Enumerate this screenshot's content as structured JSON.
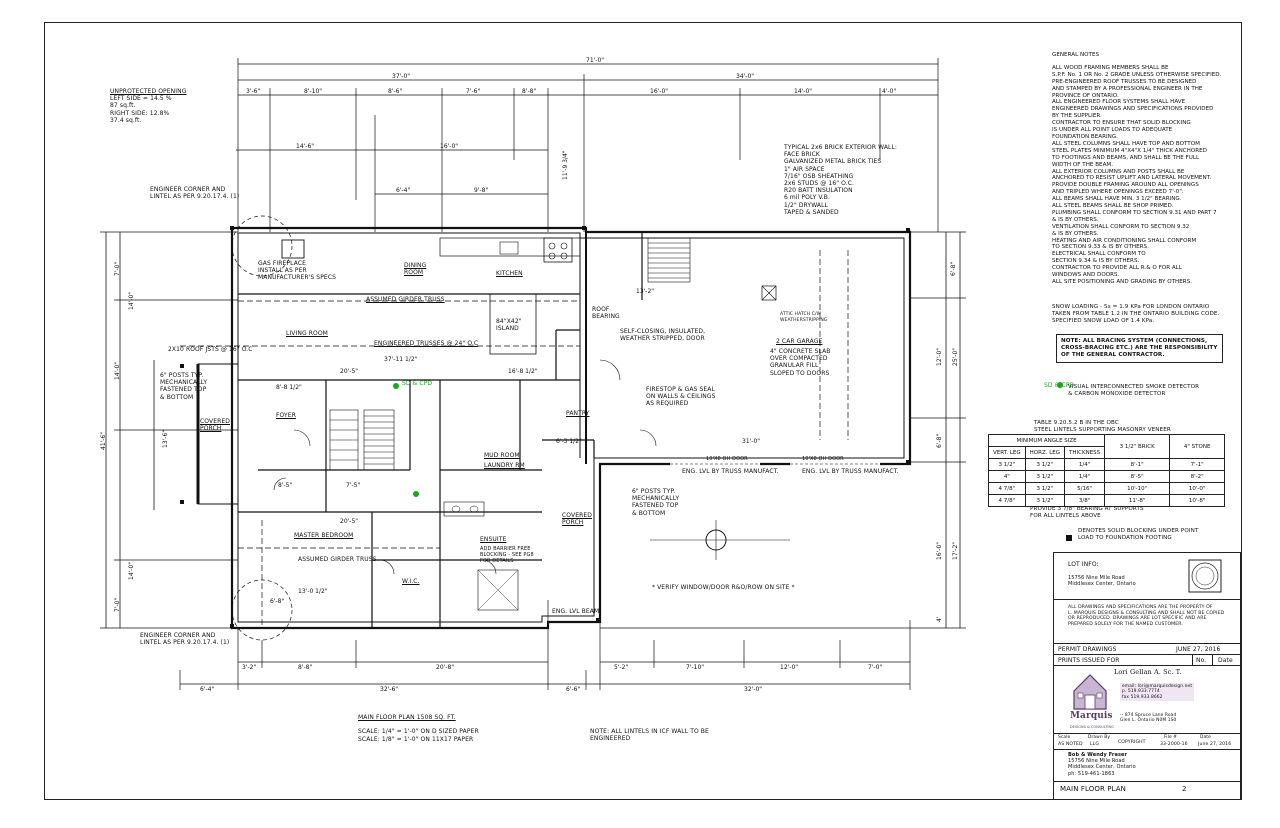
{
  "drawing": {
    "plan_title": "MAIN FLOOR PLAN 1508 SQ. FT.",
    "scale_1": "SCALE: 1/4\" = 1'-0\" ON D SIZED PAPER",
    "scale_2": "SCALE: 1/8\" = 1'-0\" ON 11X17 PAPER",
    "note_lintels": "NOTE: ALL LINTELS IN ICF WALL TO BE ENGINEERED",
    "unprotected": {
      "title": "UNPROTECTED OPENING",
      "left": "LEFT SIDE = 14.5 %",
      "left_area": "87 sq.ft.",
      "right": "RIGHT SIDE: 12.8%",
      "right_area": "37.4 sq.ft."
    },
    "eng_corner_top": [
      "ENGINEER CORNER AND",
      "LINTEL AS PER 9.20.17.4. (1)"
    ],
    "eng_corner_bottom": [
      "ENGINEER CORNER AND",
      "LINTEL AS PER 9.20.17.4. (1)"
    ],
    "brick_wall": [
      "TYPICAL 2x6 BRICK EXTERIOR WALL:",
      "FACE BRICK",
      "GALVANIZED METAL BRICK TIES",
      "1\" AIR SPACE",
      "7/16\" OSB SHEATHING",
      "2x6 STUDS @ 16\" O.C.",
      "R20 BATT INSULATION",
      "6 mil POLY V.B.",
      "1/2\" DRYWALL",
      "TAPED & SANDED"
    ],
    "rooms": {
      "living": "LIVING ROOM",
      "dining": "DINING ROOM",
      "kitchen": "KITCHEN",
      "island": "84\"X42\" ISLAND",
      "foyer": "FOYER",
      "covered_porch": "COVERED PORCH",
      "covered_porch_2": "COVERED PORCH",
      "mud": "MUD ROOM",
      "laundry": "LAUNDRY RM",
      "pantry": "PANTRY",
      "master": "MASTER BEDROOM",
      "ensuite": "ENSUITE",
      "wic": "W.I.C.",
      "garage": "2 CAR GARAGE"
    },
    "labels": {
      "fireplace": [
        "GAS FIREPLACE",
        "INSTALL AS PER",
        "MANUFACTURER'S SPECS"
      ],
      "girder_top": "ASSUMED GIRDER TRUSS",
      "trusses": "ENGINEERED TRUSSES @ 24\" O.C",
      "roof_jsts": "2X10 ROOF JSTS @ 16\" O.C",
      "self_closing": [
        "SELF-CLOSING, INSULATED,",
        "WEATHER STRIPPED, DOOR"
      ],
      "roof_bearing": "ROOF BEARING",
      "slab": [
        "4\" CONCRETE SLAB",
        "OVER COMPACTED",
        "GRANULAR FILL",
        "SLOPED TO DOORS"
      ],
      "firestop": [
        "FIRESTOP & GAS SEAL",
        "ON WALLS & CEILINGS",
        "AS REQUIRED"
      ],
      "attic": [
        "ATTIC HATCH C/W",
        "WEATHERSTRIPPING"
      ],
      "posts_top": [
        "6\" POSTS TYP.",
        "MECHANICALLY",
        "FASTENED TOP",
        "& BOTTOM"
      ],
      "posts_mid": [
        "6\" POSTS TYP.",
        "MECHANICALLY",
        "FASTENED TOP",
        "& BOTTOM"
      ],
      "girder_bottom": "ASSUMED GIRDER TRUSS",
      "barrier_free": [
        "ADD BARRIER FREE",
        "BLOCKING - SEE PG8",
        "FOR DETAILS"
      ],
      "verify": "* VERIFY WINDOW/DOOR R&O/ROW ON SITE *",
      "eng_lvl_1": "ENG. LVL BY TRUSS MANUFACT.",
      "eng_lvl_2": "ENG. LVL BY TRUSS MANUFACT.",
      "eng_lvl_beam": "ENG. LVL BEAM",
      "door_1": "10'X8 OH DOOR",
      "door_2": "10'X8 OH DOOR",
      "sd_co": "SD & CPD"
    },
    "dims_top": [
      "71'-0\"",
      "37'-0\"",
      "34'-0\"",
      "3'-6\"",
      "8'-10\"",
      "8'-6\"",
      "7'-6\"",
      "8'-8\"",
      "16'-0\"",
      "14'-0\"",
      "4'-0\"",
      "14'-6\"",
      "16'-0\"",
      "6'-4\"",
      "9'-8\"",
      "11'-9 3/4\""
    ],
    "dims_bottom": [
      "3'-2\"",
      "8'-8\"",
      "20'-8\"",
      "5'-2\"",
      "7'-10\"",
      "12'-0\"",
      "7'-0\"",
      "6'-4\"",
      "32'-6\"",
      "6'-6\"",
      "32'-0\""
    ],
    "dims_left": [
      "7'-0\"",
      "14'-0\"",
      "14'-0\"",
      "13'-6\"",
      "41'-6\"",
      "14'-0\"",
      "7'-0\""
    ],
    "dims_right": [
      "6'-8\"",
      "12'-0\"",
      "25'-0\"",
      "6'-8\"",
      "16'-0\"",
      "17'-2\"",
      "4'"
    ],
    "dims_interior": [
      "37'-11 1/2\"",
      "20'-5\"",
      "16'-8 1/2\"",
      "8'-8 1/2\"",
      "13'-2\"",
      "31'-0\"",
      "20'-5\"",
      "8'-5\"",
      "7'-5\"",
      "6'-3 1/2\"",
      "13'-0 1/2\"",
      "6'-8\""
    ]
  },
  "general_notes": {
    "title": "GENERAL NOTES",
    "lines": [
      "ALL WOOD FRAMING MEMBERS SHALL BE",
      "S.P.F. No. 1 OR No. 2 GRADE UNLESS OTHERWISE SPECIFIED.",
      "PRE-ENGINEERED ROOF TRUSSES TO BE DESIGNED",
      "AND STAMPED BY A PROFESSIONAL ENGINEER IN THE",
      "PROVINCE OF ONTARIO.",
      "ALL ENGINEERED FLOOR SYSTEMS SHALL HAVE",
      "ENGINEERED DRAWINGS AND SPECIFICATIONS PROVIDED",
      "BY THE SUPPLIER.",
      "CONTRACTOR TO ENSURE THAT SOLID BLOCKING",
      "IS UNDER ALL POINT LOADS TO ADEQUATE",
      "FOUNDATION BEARING.",
      "ALL STEEL COLUMNS SHALL HAVE TOP AND BOTTOM",
      "STEEL PLATES MINIMUM 4\"X4\"X 1/4\" THICK ANCHORED",
      "TO FOOTINGS AND BEAMS, AND SHALL BE THE FULL",
      "WIDTH OF THE BEAM.",
      "ALL EXTERIOR COLUMNS AND POSTS SHALL BE",
      "ANCHORED TO RESIST UPLIFT AND LATERAL MOVEMENT.",
      "PROVIDE DOUBLE FRAMING AROUND ALL OPENINGS",
      "AND TRIPLED WHERE OPENINGS EXCEED 7'-0\".",
      "ALL BEAMS SHALL HAVE MIN. 3 1/2\" BEARING.",
      "ALL STEEL BEAMS SHALL BE SHOP PRIMED.",
      "PLUMBING SHALL CONFORM TO SECTION 9.31 AND PART 7",
      "& IS BY OTHERS.",
      "VENTILATION SHALL CONFORM TO SECTION 9.32",
      "& IS BY OTHERS.",
      "HEATING AND AIR CONDITIONING SHALL CONFORM",
      "TO SECTION 9.33 & IS BY OTHERS.",
      "ELECTRICAL SHALL CONFORM TO",
      "SECTION 9.34 & IS BY OTHERS.",
      "CONTRACTOR TO PROVIDE ALL R.& O FOR ALL",
      "WINDOWS AND DOORS.",
      "ALL SITE POSITIONING AND GRADING BY OTHERS."
    ],
    "snow": [
      "SNOW LOADING - Ss = 1.9 KPa FOR LONDON ONTARIO",
      "TAKEN FROM TABLE 1.2 IN THE ONTARIO BUILDING CODE.",
      "SPECIFIED SNOW LOAD OF 1.4 KPa."
    ],
    "bracing": [
      "NOTE: ALL BRACING SYSTEM (CONNECTIONS,",
      "CROSS-BRACING ETC.) ARE THE RESPONSIBILITY",
      "OF THE GENERAL CONTRACTOR."
    ],
    "smoke_symbol": "SD & CPD",
    "smoke": [
      "VISUAL INTERCONNECTED SMOKE DETECTOR",
      "& CARBON MONOXIDE DETECTOR"
    ]
  },
  "lintel_table": {
    "title": [
      "TABLE 9.20.5.2 B IN THE OBC",
      "STEEL LINTELS SUPPORTING MASONRY VENEER"
    ],
    "headers": [
      "MINIMUM ANGLE SIZE",
      "3 1/2\" BRICK",
      "4\" STONE"
    ],
    "subheaders": [
      "VERT. LEG",
      "HORZ. LEG",
      "THICKNESS"
    ],
    "rows": [
      [
        "3 1/2\"",
        "3 1/2\"",
        "1/4\"",
        "8'-1\"",
        "7'-1\""
      ],
      [
        "4\"",
        "3 1/2\"",
        "1/4\"",
        "8'-5\"",
        "8'-2\""
      ],
      [
        "4 7/8\"",
        "3 1/2\"",
        "5/16\"",
        "10'-10\"",
        "10'-0\""
      ],
      [
        "4 7/8\"",
        "3 1/2\"",
        "3/8\"",
        "11'-8\"",
        "10'-8\""
      ]
    ],
    "note": [
      "PROVIDE 3 7/8\" BEARING AT SUPPORTS",
      "FOR ALL LINTELS ABOVE"
    ],
    "blocking": [
      "DENOTES SOLID BLOCKING UNDER POINT",
      "LOAD TO FOUNDATION FOOTING"
    ]
  },
  "title_block": {
    "lot_info": "LOT INFO:",
    "lot_address": [
      "15756 Nine Mile Road",
      "Middlesex Center, Ontario"
    ],
    "disclaimer": [
      "ALL DRAWINGS AND SPECIFICATIONS ARE THE PROPERTY OF",
      "L. MARQUIS DESIGNS & CONSULTING AND SHALL NOT BE COPIED",
      "OR REPRODUCED. DRAWINGS ARE LOT SPECIFIC AND ARE",
      "PREPARED SOLELY FOR THE NAMED CUSTOMER."
    ],
    "permit": "PERMIT DRAWINGS",
    "permit_date": "JUNE 27, 2016",
    "prints_issued": "PRINTS ISSUED FOR",
    "no": "No.",
    "date": "Date",
    "designer": "Lori Gellan A. Sc. T.",
    "company": "Marquis",
    "company_sub": "DESIGNS & CONSULTING",
    "contact": [
      "email: lori@marquisdesign.net",
      "p. 519.933.7774",
      "fax 519.933.8662"
    ],
    "contact_addr": [
      "-- 874 Spruce Lane Road",
      "Glen L. Ontario N0M 1S0"
    ],
    "meta_labels": [
      "Scale",
      "Drawn By",
      "File #",
      "Date"
    ],
    "meta_values": [
      "AS NOTED",
      "LLG",
      "33-2000-16",
      "June 27, 2016"
    ],
    "copyright": "COPYRIGHT",
    "client": [
      "Bob & Wendy Fraser",
      "15756 Nine Mile Road",
      "Middlesex Center, Ontario",
      "ph: 519-461-1863"
    ],
    "sheet_title": "MAIN FLOOR PLAN",
    "sheet_no": "2"
  }
}
